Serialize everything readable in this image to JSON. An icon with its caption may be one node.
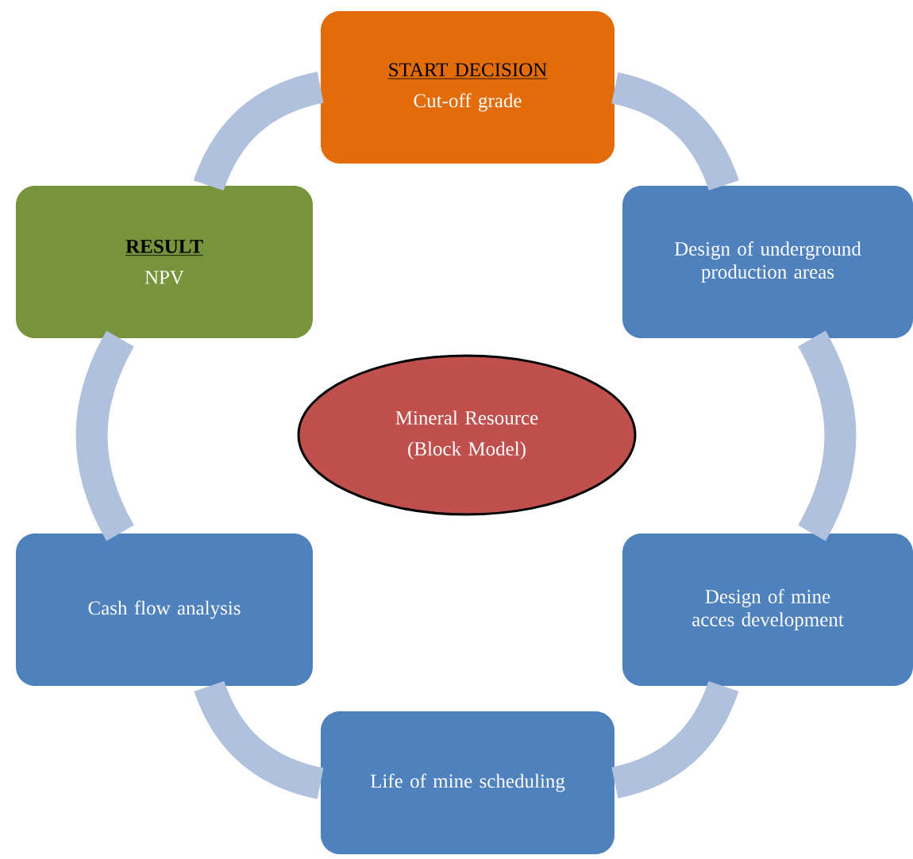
{
  "diagram": {
    "nodes": [
      {
        "text": [
          "START DECISION",
          "Cut-off grade"
        ]
      },
      {
        "text": [
          "RESULT",
          "NPV"
        ]
      },
      {
        "text": [
          "Design of underground production areas"
        ]
      },
      {
        "text": [
          "Mineral Resource",
          "(Block Model)"
        ]
      },
      {
        "text": [
          "Cash flow analysis"
        ]
      },
      {
        "text": [
          "Design of mine acces development"
        ]
      },
      {
        "text": [
          "Life of mine scheduling"
        ]
      }
    ],
    "edges": [
      {
        "from": 0,
        "to": 2,
        "arrow": "none"
      },
      {
        "from": 2,
        "to": 5,
        "arrow": "none"
      },
      {
        "from": 5,
        "to": 6,
        "arrow": "none"
      },
      {
        "from": 6,
        "to": 4,
        "arrow": "none"
      },
      {
        "from": 4,
        "to": 1,
        "arrow": "none"
      },
      {
        "from": 1,
        "to": 0,
        "arrow": "none"
      }
    ]
  }
}
